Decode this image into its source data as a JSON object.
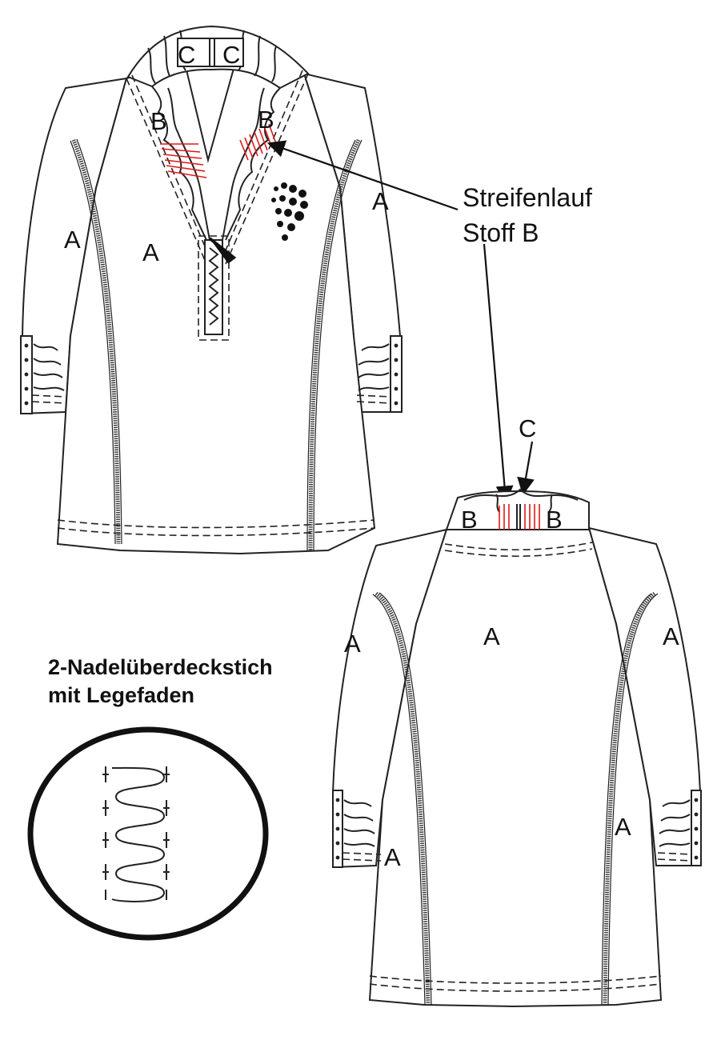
{
  "annotations": {
    "streifenlauf_line1": "Streifenlauf",
    "streifenlauf_line2": "Stoff B",
    "stitch_line1": "2-Nadelüberdeckstich",
    "stitch_line2": "mit Legefaden"
  },
  "front_labels": {
    "collar_left": "C",
    "collar_right": "C",
    "placket_left": "B",
    "placket_right": "B",
    "sleeve_left": "A",
    "front_left": "A",
    "sleeve_right": "A"
  },
  "back_labels": {
    "collar_top": "C",
    "collar_left": "B",
    "collar_right": "B",
    "back_center": "A",
    "sleeve_left": "A",
    "sleeve_right": "A",
    "cuff_left": "A",
    "side_right": "A"
  },
  "colors": {
    "stripe_accent": "#e01818",
    "line": "#222222"
  },
  "icons": {
    "arrow": "arrow-icon",
    "stitch_detail": "stitch-detail-icon",
    "dot_motif": "dot-motif-icon"
  }
}
